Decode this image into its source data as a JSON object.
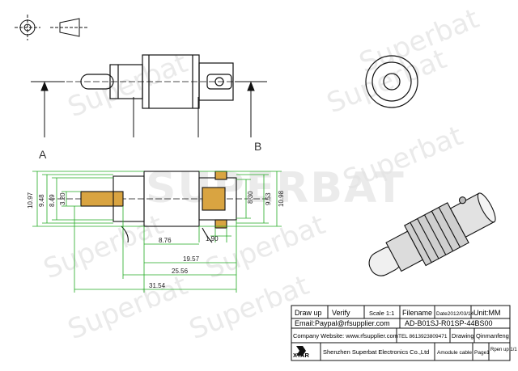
{
  "watermark": {
    "brand": "SUPERBAT",
    "word": "Superbat"
  },
  "labels": {
    "section_a": "A",
    "section_b": "B"
  },
  "dimensions": {
    "v_1097": "10.97",
    "v_948": "9.48",
    "v_849": "8.49",
    "v_320": "3.20",
    "v_830": "8.30",
    "v_953": "9.53",
    "v_1098": "10.98",
    "h_876": "8.76",
    "h_190": "1.90",
    "h_1957": "19.57",
    "h_2556": "25.56",
    "h_3154": "31.54"
  },
  "title_block": {
    "draw_up": "Draw up",
    "verify": "Verify",
    "scale": "Scale 1:1",
    "filename_label": "Filename",
    "date": "Date2012/03/14",
    "unit": "Unit:MM",
    "email": "Email:Paypal@rfsupplier.com",
    "part_no": "AD-B01SJ-R01SP-44BS00",
    "website": "Company Website: www.rfsupplier.com",
    "tel": "TEL 8613923809471",
    "drawing_label": "Drawing",
    "drawer": "Qinmanfeng",
    "logo_text": "XTAR",
    "company": "Shenzhen Superbat Electronics Co.,Ltd",
    "cable": "Amodule cable",
    "page_label": "Page1",
    "page_value": "Rpen up 1/1"
  },
  "colors": {
    "line": "#111111",
    "dim_green": "#22aa22",
    "hatch": "#d9a441",
    "watermark": "#d9d9d9"
  }
}
